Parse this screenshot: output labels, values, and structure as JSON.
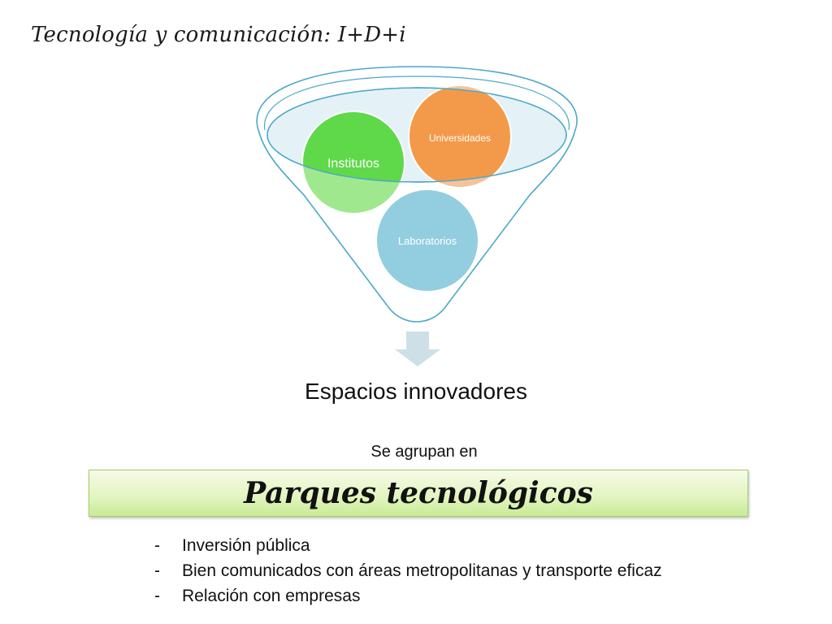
{
  "slide": {
    "title": "Tecnología y comunicación: I+D+i"
  },
  "funnel": {
    "circles": [
      {
        "label": "Institutos",
        "color": "#5fd84a"
      },
      {
        "label": "Universidades",
        "color": "#f39a4a"
      },
      {
        "label": "Laboratorios",
        "color": "#93cde0"
      }
    ],
    "outline_color": "#4aa9c8",
    "arrow_color": "#cde0e8"
  },
  "result": {
    "label": "Espacios innovadores"
  },
  "connector": {
    "text": "Se agrupan en"
  },
  "banner": {
    "text": "Parques tecnológicos",
    "color": "#d6f0a8"
  },
  "features": [
    "Inversión pública",
    "Bien comunicados con áreas metropolitanas y transporte eficaz",
    "Relación con empresas"
  ]
}
